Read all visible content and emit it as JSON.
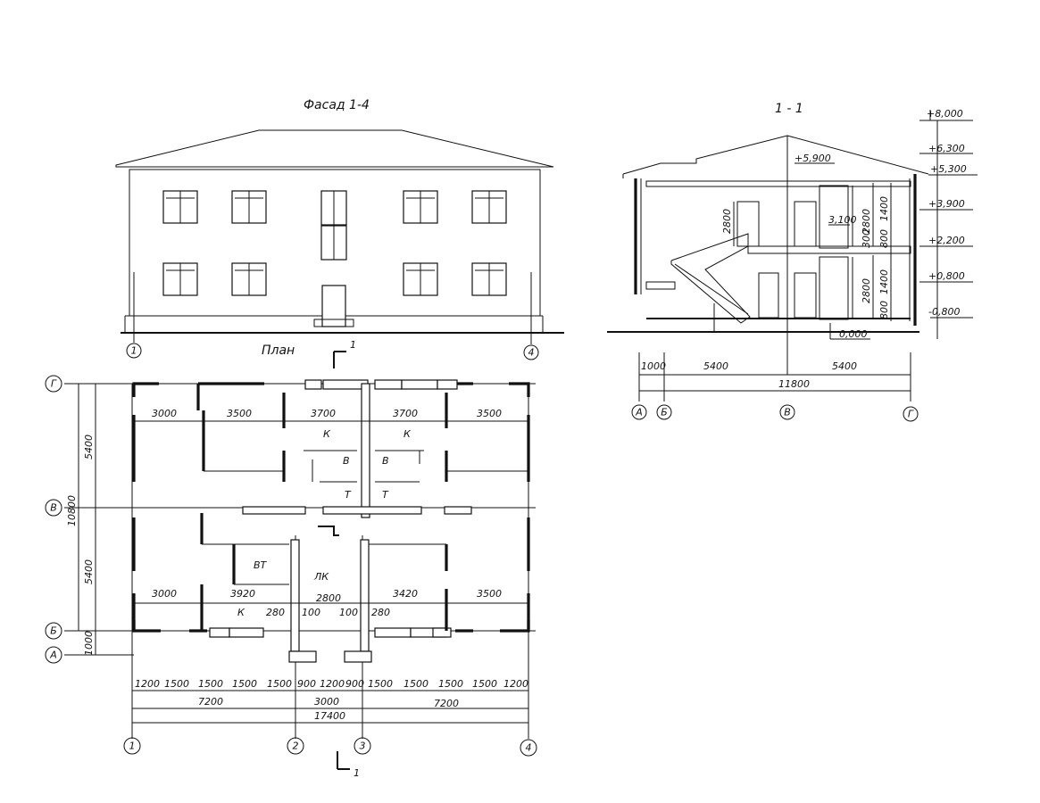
{
  "facade": {
    "title": "Фасад 1-4",
    "axes": [
      "1",
      "4"
    ]
  },
  "plan": {
    "title": "План",
    "section_mark": "1",
    "axes_left": [
      "Г",
      "В",
      "Б",
      "А"
    ],
    "axes_bottom": [
      "1",
      "2",
      "3",
      "4"
    ],
    "dims_vertical": [
      "5400",
      "5400",
      "10800",
      "1000"
    ],
    "dims_top_row": [
      "3000",
      "3500",
      "3700",
      "3700",
      "3500"
    ],
    "dims_mid_row": [
      "3000",
      "3920",
      "2800",
      "3420",
      "3500"
    ],
    "dims_small": [
      "280",
      "100",
      "100",
      "280"
    ],
    "dims_bottom_1": [
      "1200",
      "1500",
      "1500",
      "1500",
      "1500",
      "900",
      "1200",
      "900",
      "1500",
      "1500",
      "1500",
      "1500",
      "1200"
    ],
    "dims_bottom_2": [
      "7200",
      "3000",
      "7200"
    ],
    "dims_total": "17400",
    "rooms": {
      "k1": "К",
      "k2": "К",
      "v1": "В",
      "v2": "В",
      "t1": "Т",
      "t2": "Т",
      "vt": "ВТ",
      "lk": "ЛК",
      "k3": "К"
    }
  },
  "section": {
    "title": "1 - 1",
    "levels": [
      "+8,000",
      "+6,300",
      "+5,900",
      "+5,300",
      "+3,900",
      "3,100",
      "+2,200",
      "+0,800",
      "0,000",
      "-0,800"
    ],
    "dims_vertical": [
      "2800",
      "2800",
      "1400",
      "300",
      "800",
      "2800",
      "1400",
      "800"
    ],
    "dims_bottom": [
      "1000",
      "5400",
      "5400",
      "11800"
    ],
    "axes": [
      "А",
      "Б",
      "В",
      "Г"
    ]
  }
}
